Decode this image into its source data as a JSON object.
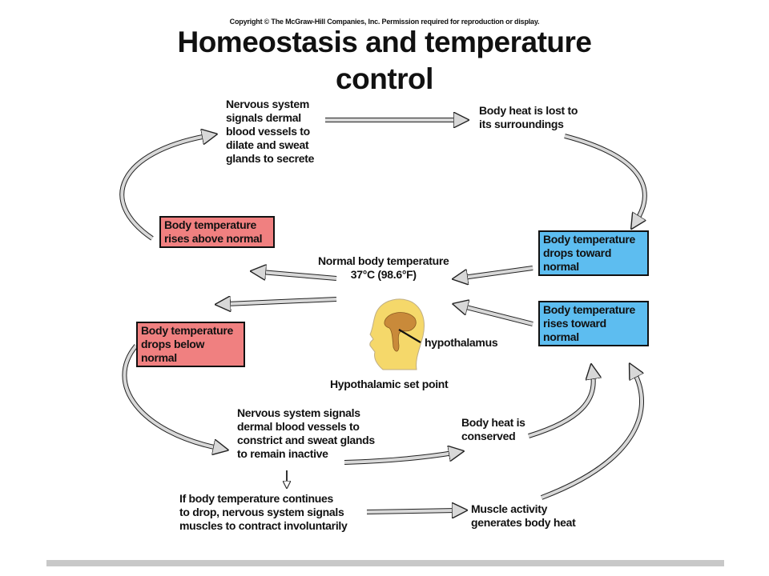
{
  "copyright": "Copyright © The McGraw-Hill Companies, Inc. Permission required for reproduction or display.",
  "title_line1": "Homeostasis and temperature",
  "title_line2": "control",
  "nodes": {
    "nervous_dilate": [
      "Nervous system",
      "signals dermal",
      "blood vessels to",
      "dilate and sweat",
      "glands to secrete"
    ],
    "heat_lost": [
      "Body heat is lost to",
      "its surroundings"
    ],
    "temp_rises_above": [
      "Body temperature",
      "rises above normal"
    ],
    "drops_toward": [
      "Body temperature",
      "drops toward",
      "normal"
    ],
    "normal_temp": [
      "Normal body temperature",
      "37°C (98.6°F)"
    ],
    "rises_toward": [
      "Body temperature",
      "rises toward",
      "normal"
    ],
    "drops_below": [
      "Body temperature",
      "drops below",
      "normal"
    ],
    "hypothalamus": "hypothalamus",
    "set_point": "Hypothalamic set point",
    "nervous_constrict": [
      "Nervous system signals",
      "dermal blood vessels to",
      "constrict and sweat glands",
      "to remain inactive"
    ],
    "heat_conserved": [
      "Body heat is",
      "conserved"
    ],
    "if_continues": [
      "If body temperature continues",
      "to drop, nervous system signals",
      "muscles to contract involuntarily"
    ],
    "muscle_activity": [
      "Muscle activity",
      "generates body heat"
    ]
  },
  "colors": {
    "warm_box": "#f08080",
    "cool_box": "#5dbdf0",
    "arrow_fill": "#d8d8d8",
    "head_fill": "#f5d86a",
    "brain_fill": "#c98a3a"
  }
}
